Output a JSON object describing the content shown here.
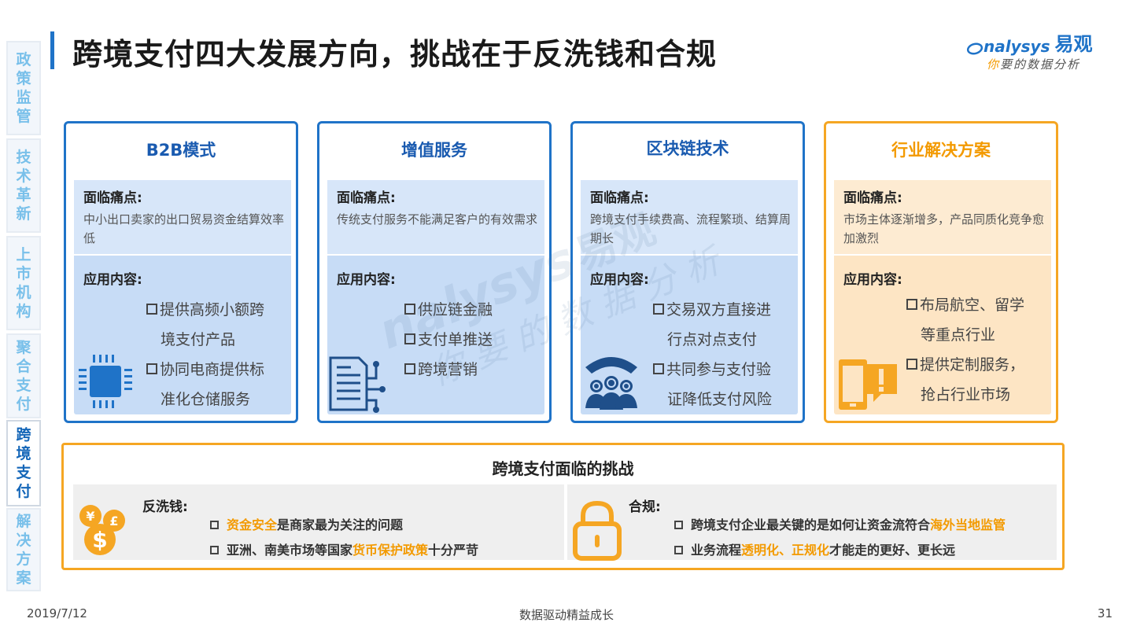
{
  "title": "跨境支付四大发展方向，挑战在于反洗钱和合规",
  "logo": {
    "en": "nalysys",
    "cn": "易观",
    "slogan_highlight": "你",
    "slogan_rest": "要的数据分析"
  },
  "side_nav": [
    {
      "label": "政策监管",
      "active": false
    },
    {
      "label": "技术革新",
      "active": false
    },
    {
      "label": "上市机构",
      "active": false
    },
    {
      "label": "聚合支付",
      "active": false
    },
    {
      "label": "跨境支付",
      "active": true
    },
    {
      "label": "解决方案",
      "active": false
    }
  ],
  "cards": [
    {
      "title": "B2B模式",
      "pain_label": "面临痛点:",
      "pain_text": "中小出口卖家的出口贸易资金结算效率低",
      "app_label": "应用内容:",
      "items": [
        {
          "first": "提供高频小额跨",
          "rest": "境支付产品"
        },
        {
          "first": "协同电商提供标",
          "rest": "准化仓储服务"
        }
      ],
      "icon": "chip-icon"
    },
    {
      "title": "增值服务",
      "pain_label": "面临痛点:",
      "pain_text": "传统支付服务不能满足客户的有效需求",
      "app_label": "应用内容:",
      "items": [
        {
          "first": "供应链金融",
          "rest": ""
        },
        {
          "first": "支付单推送",
          "rest": ""
        },
        {
          "first": "跨境营销",
          "rest": ""
        }
      ],
      "icon": "document-network-icon"
    },
    {
      "title": "区块链技术",
      "pain_label": "面临痛点:",
      "pain_text": "跨境支付手续费高、流程繁琐、结算周期长",
      "app_label": "应用内容:",
      "items": [
        {
          "first": "交易双方直接进",
          "rest": "行点对点支付"
        },
        {
          "first": "共同参与支付验",
          "rest": "证降低支付风险"
        }
      ],
      "icon": "people-network-icon"
    },
    {
      "title": "行业解决方案",
      "pain_label": "面临痛点:",
      "pain_text": "市场主体逐渐增多，产品同质化竞争愈加激烈",
      "app_label": "应用内容:",
      "items": [
        {
          "first": "布局航空、留学",
          "rest": "等重点行业"
        },
        {
          "first": "提供定制服务，",
          "rest": "抢占行业市场"
        }
      ],
      "icon": "phone-alert-icon"
    }
  ],
  "challenge": {
    "title": "跨境支付面临的挑战",
    "aml": {
      "label": "反洗钱:",
      "line1_hl": "资金安全",
      "line1_rest": "是商家最为关注的问题",
      "line2_pre": "亚洲、南美市场等国家",
      "line2_hl": "货币保护政策",
      "line2_post": "十分严苛"
    },
    "compliance": {
      "label": "合规:",
      "line1_pre": "跨境支付企业最关键的是如何让资金流符合",
      "line1_hl": "海外当地监管",
      "line2_pre": "业务流程",
      "line2_hl": "透明化、正规化",
      "line2_post": "才能走的更好、更长远"
    }
  },
  "footer": {
    "date": "2019/7/12",
    "center": "数据驱动精益成长",
    "page": "31"
  },
  "colors": {
    "blue": "#1f73c8",
    "orange": "#f5a623",
    "highlight": "#f39a00"
  }
}
